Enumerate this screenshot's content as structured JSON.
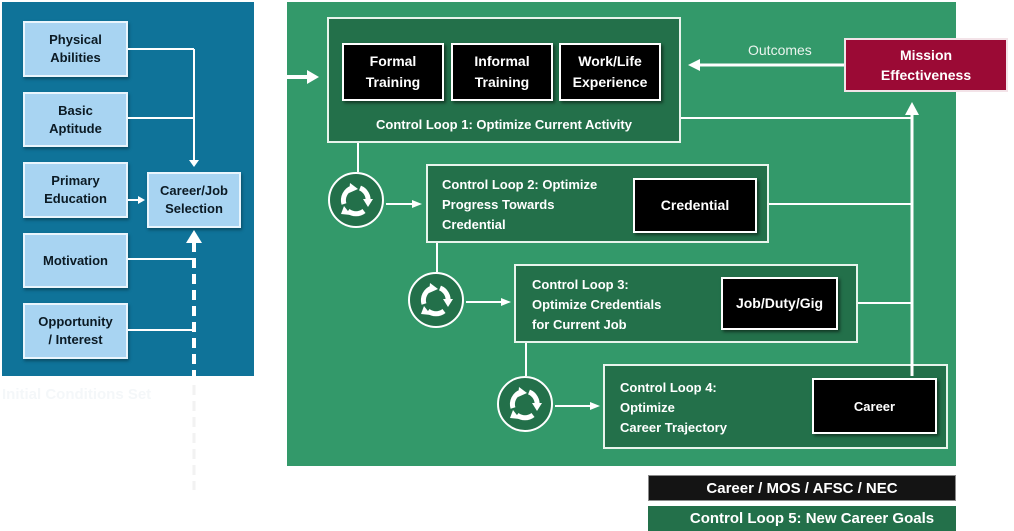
{
  "initial_conditions": {
    "inputs": [
      "Physical Abilities",
      "Basic Aptitude",
      "Primary Education",
      "Motivation",
      "Opportunity / Interest"
    ],
    "input_lines": [
      [
        "Physical",
        "Abilities"
      ],
      [
        "Basic",
        "Aptitude"
      ],
      [
        "Primary",
        "Education"
      ],
      [
        "Motivation"
      ],
      [
        "Opportunity",
        "/ Interest"
      ]
    ],
    "selection": [
      "Career/Job",
      "Selection"
    ],
    "caption": "Initial Conditions Set"
  },
  "loop1": {
    "boxes": [
      [
        "Formal",
        "Training"
      ],
      [
        "Informal",
        "Training"
      ],
      [
        "Work/Life",
        "Experience"
      ]
    ],
    "label": "Control Loop 1: Optimize Current Activity"
  },
  "loop2": {
    "label": [
      "Control Loop 2: Optimize",
      "Progress Towards",
      "Credential"
    ],
    "box": "Credential"
  },
  "loop3": {
    "label": [
      "Control Loop 3:",
      "Optimize Credentials",
      "for Current Job"
    ],
    "box": "Job/Duty/Gig"
  },
  "loop4": {
    "label": [
      "Control Loop 4:",
      "Optimize",
      "Career Trajectory"
    ],
    "box": "Career"
  },
  "mission": [
    "Mission",
    "Effectiveness"
  ],
  "outcomes_label": "Outcomes",
  "bottom_bars": {
    "career_codes": "Career / MOS / AFSC / NEC",
    "loop5": "Control Loop 5: New Career Goals"
  },
  "icons": {
    "loop": "cycle-arrows-icon"
  },
  "colors": {
    "blue_panel": "#0f7399",
    "green_panel": "#33996a",
    "dark_green": "#23704a",
    "mission": "#9b0a35",
    "light_blue": "#a8d4f2"
  }
}
